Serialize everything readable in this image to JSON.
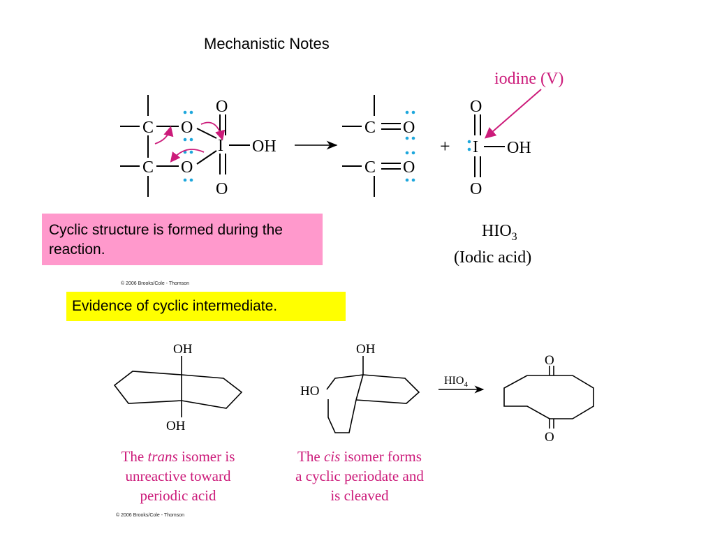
{
  "title": "Mechanistic Notes",
  "colors": {
    "pink_box": "#ff99cc",
    "yellow_box": "#ffff00",
    "magenta": "#cc1b7a",
    "cyan_dots": "#1ea7dc"
  },
  "callouts": {
    "cyclic_structure": "Cyclic structure is formed during the reaction.",
    "evidence": "Evidence of cyclic intermediate."
  },
  "reaction1": {
    "iodine_label": "iodine (V)",
    "atoms": {
      "C": "C",
      "O": "O",
      "I": "I",
      "OH": "OH",
      "plus": "+"
    },
    "product_formula": "HIO",
    "product_formula_sub": "3",
    "product_name": "(Iodic acid)"
  },
  "reaction2": {
    "oh_top_trans": "OH",
    "oh_bottom_trans": "OH",
    "oh_top_cis": "OH",
    "ho_cis": "HO",
    "reagent": "HIO",
    "reagent_sub": "4",
    "ketone_o_top": "O",
    "ketone_o_bottom": "O"
  },
  "captions": {
    "trans_pre": "The ",
    "trans_italic": "trans",
    "trans_post": " isomer is",
    "trans_line2": "unreactive toward",
    "trans_line3": "periodic acid",
    "cis_pre": "The ",
    "cis_italic": "cis",
    "cis_post": " isomer forms",
    "cis_line2": "a cyclic periodate and",
    "cis_line3": "is cleaved"
  },
  "copyright_top": "© 2006 Brooks/Cole - Thomson",
  "copyright_bottom": "© 2006 Brooks/Cole - Thomson"
}
